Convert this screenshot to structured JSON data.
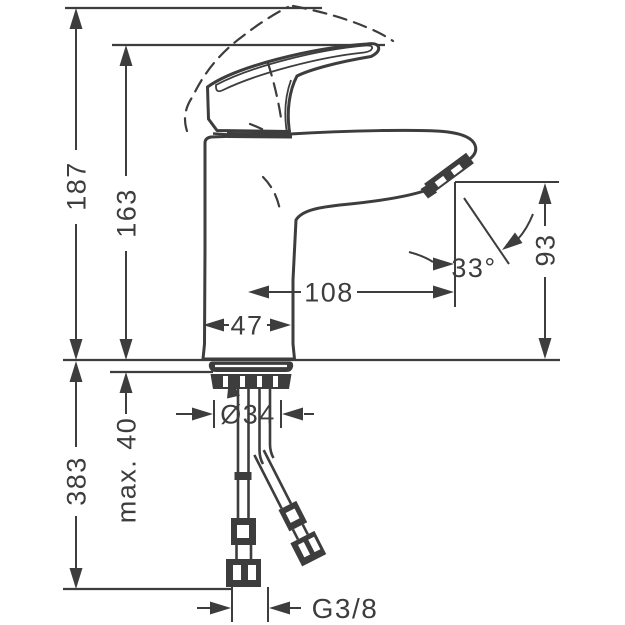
{
  "diagram": {
    "kind": "technical-dimension-drawing",
    "subject": "single-lever basin mixer faucet, side elevation with installation dimensions",
    "colors": {
      "line": "#3d3d3d",
      "background": "#ffffff"
    },
    "labels": {
      "total_height": "187",
      "spout_top_height": "163",
      "below_deck_length": "383",
      "max_deck_thickness": "max. 40",
      "spout_reach": "108",
      "base_width": "47",
      "spray_angle": "33°",
      "outlet_height": "93",
      "hole_diameter": "Ø34",
      "connection_thread": "G3/8"
    }
  }
}
